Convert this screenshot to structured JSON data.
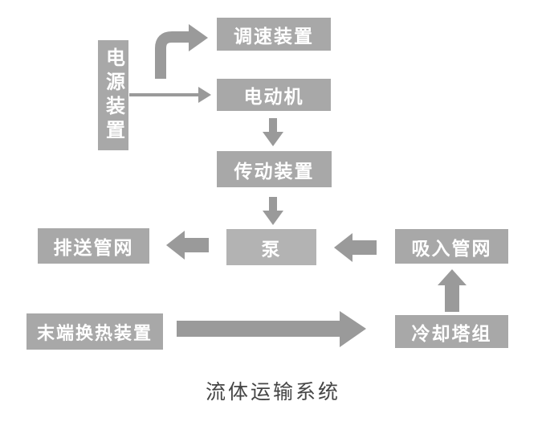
{
  "diagram": {
    "title": "流体运输系统",
    "nodes": {
      "power_supply": "电源装置",
      "speed_control": "调速装置",
      "motor": "电动机",
      "transmission": "传动装置",
      "pump": "泵",
      "discharge_network": "排送管网",
      "suction_network": "吸入管网",
      "cooling_tower": "冷却塔组",
      "terminal_heat_exchanger": "末端换热装置"
    },
    "edges": [
      {
        "from": "电源装置",
        "to": "调速装置",
        "style": "bent-up-right-block-arrow"
      },
      {
        "from": "电源装置",
        "to": "电动机",
        "style": "thin-right-arrow"
      },
      {
        "from": "电动机",
        "to": "传动装置",
        "style": "block-down-arrow"
      },
      {
        "from": "传动装置",
        "to": "泵",
        "style": "block-down-arrow"
      },
      {
        "from": "泵",
        "to": "排送管网",
        "style": "block-left-arrow"
      },
      {
        "from": "吸入管网",
        "to": "泵",
        "style": "block-left-arrow"
      },
      {
        "from": "冷却塔组",
        "to": "吸入管网",
        "style": "block-up-arrow"
      },
      {
        "from": "末端换热装置",
        "to": "冷却塔组",
        "style": "long-right-block-arrow"
      }
    ],
    "colors": {
      "node_fill": "#a8a8a8",
      "pump_node_fill": "#b3b3b3",
      "arrow_fill": "#9a9a9a",
      "node_text": "#ffffff",
      "title_text": "#454545",
      "background": "#ffffff"
    }
  }
}
